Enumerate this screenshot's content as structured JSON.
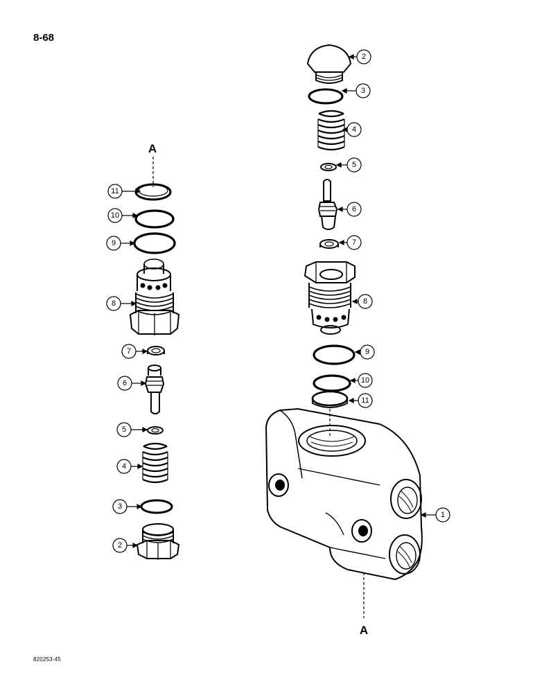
{
  "page_number": "8-68",
  "figure_code": "820253-45",
  "reference_letter": "A",
  "left_assembly_callouts": [
    "11",
    "10",
    "9",
    "8",
    "7",
    "6",
    "5",
    "4",
    "3",
    "2"
  ],
  "right_assembly_callouts": [
    "2",
    "3",
    "4",
    "5",
    "6",
    "7",
    "8",
    "9",
    "10",
    "11",
    "1"
  ]
}
